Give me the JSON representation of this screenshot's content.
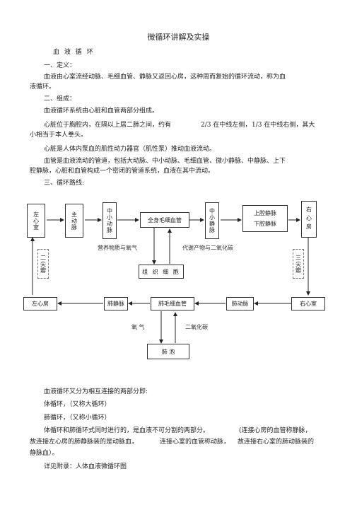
{
  "doc": {
    "title": "微循环讲解及实操",
    "heading": "血 液 循 环",
    "s1_label": "一、定义：",
    "s1_text_a": "血液由心室流经动脉、毛细血管、静脉又返回心房，这种周而复始的循环流动，称为血",
    "s1_text_b": "液循环。",
    "s2_label": "二、组成：",
    "s2_p1": "血液循环系统由心脏和血管两部分组成。",
    "s2_p2_a": "心脏位于胸腔内，在隔以上居二肺之间，约有",
    "s2_p2_b": "2/3 在中线左侧，",
    "s2_p2_c": "1/3 在中线右侧，其大",
    "s2_p2_d": "小相当于本人拳头。",
    "s2_p3": "心脏是人体内泵血的肌性动力器官（肌性泵）推动血液流动。",
    "s2_p4_a": "血管是血液流动的管道，包括大动脉、中小动脉、毛细血管、微小静脉、中静脉、上下",
    "s2_p4_b": "腔静脉，心脏和血管构成一个密闭的管道系统，血液在其中流动。",
    "s3_label": "三、循环路线:",
    "after_p1": "血液循环又分为相互连接的两部分即:",
    "after_p2": "体循环，（又称大循环）",
    "after_p3": "肺循环，（又称小循环）",
    "after_p4_a": "体循环和肺循环式同时进行的，是血液不可分割的两部分。",
    "after_p4_b": "(连接心房的血管称静脉，",
    "after_p5_a": "故连接左心房的肺静脉装的是动脉血，",
    "after_p5_b": "连接心室的血管称动脉，",
    "after_p5_c": "故连接右心室的肺动脉装的",
    "after_p6": "静脉血）。",
    "after_p7": "详见附录：人体血液微循环图"
  },
  "diagram": {
    "left_ventricle": "左心室",
    "aorta": "主动脉",
    "mid_small_artery": "中小动脉",
    "body_capillary": "全身毛细血管",
    "mid_small_vein": "中小静脉",
    "upper_vena_cava": "上腔静脉",
    "lower_vena_cava": "下腔静脉",
    "right_atrium": "右心房",
    "nutrients_o2": "营养物质与氧气",
    "metabolites_co2": "代谢产物与二氧化碳",
    "tissue_cells": "组 织 细 胞",
    "mitral_valve": "二尖瓣",
    "tricuspid_valve": "三尖瓣",
    "left_atrium": "左心房",
    "pulmonary_vein": "肺静脉",
    "lung_capillary": "肺毛细血管",
    "pulmonary_artery": "肺动脉",
    "right_ventricle": "右心室",
    "oxygen": "氧  气",
    "co2": "二氧化碳",
    "alveoli": "肺    泡"
  }
}
